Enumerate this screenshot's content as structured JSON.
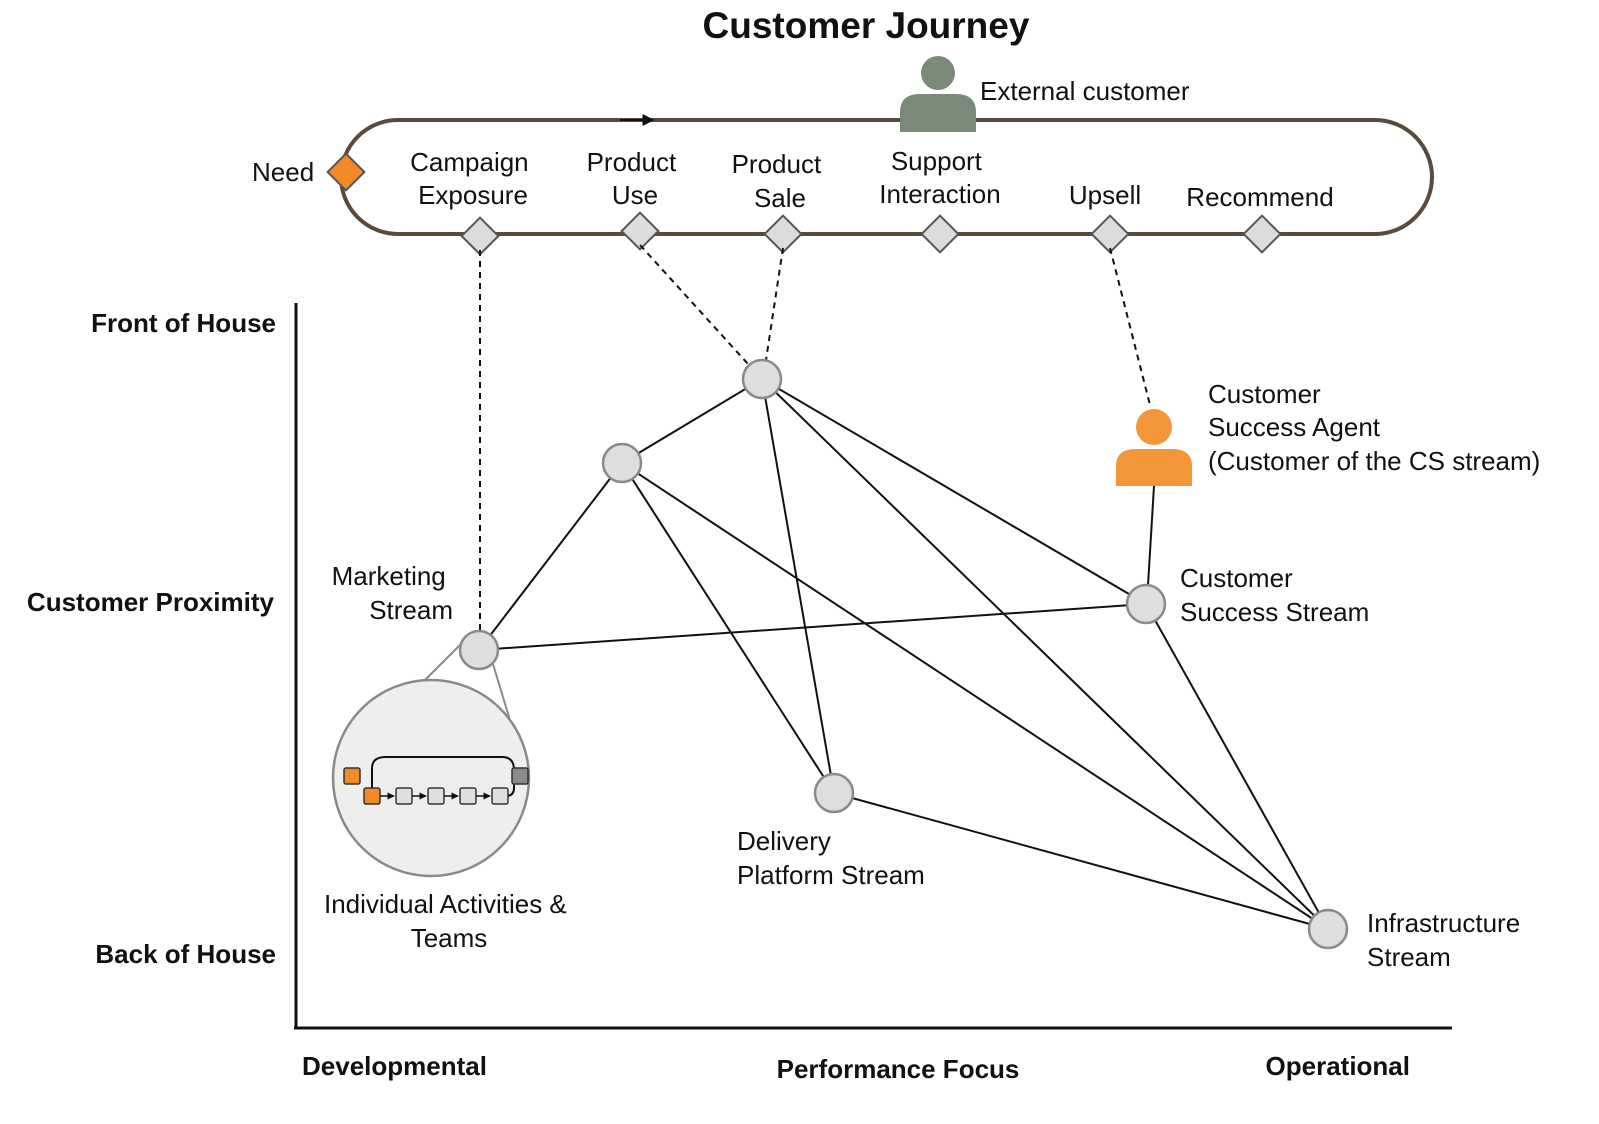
{
  "title": "Customer Journey",
  "external_customer": {
    "label": "External customer",
    "icon": "person-icon",
    "color": "#7a8a78"
  },
  "journey": {
    "start": "Need",
    "start_color": "#f28a2a",
    "loop_color": "#5b4a3a",
    "stages": [
      [
        "Campaign",
        "Exposure"
      ],
      [
        "Product",
        "Use"
      ],
      [
        "Product",
        "Sale"
      ],
      [
        "Support",
        "Interaction"
      ],
      [
        "Upsell"
      ],
      [
        "Recommend"
      ]
    ]
  },
  "cs_agent": {
    "lines": [
      "Customer",
      "Success Agent",
      "(Customer of the CS stream)"
    ],
    "icon": "person-icon",
    "color": "#f39539"
  },
  "streams": {
    "marketing": [
      "Marketing",
      "Stream"
    ],
    "customer_success": [
      "Customer",
      "Success Stream"
    ],
    "delivery_platform": [
      "Delivery",
      "Platform Stream"
    ],
    "infrastructure": [
      "Infrastructure",
      "Stream"
    ]
  },
  "inset": {
    "caption": [
      "Individual Activities &",
      "Teams"
    ],
    "accent_color": "#f28a2a"
  },
  "y_axis": {
    "top": "Front of House",
    "middle": "Customer Proximity",
    "bottom": "Back of House"
  },
  "x_axis": {
    "left": "Developmental",
    "middle": "Performance Focus",
    "right": "Operational"
  }
}
